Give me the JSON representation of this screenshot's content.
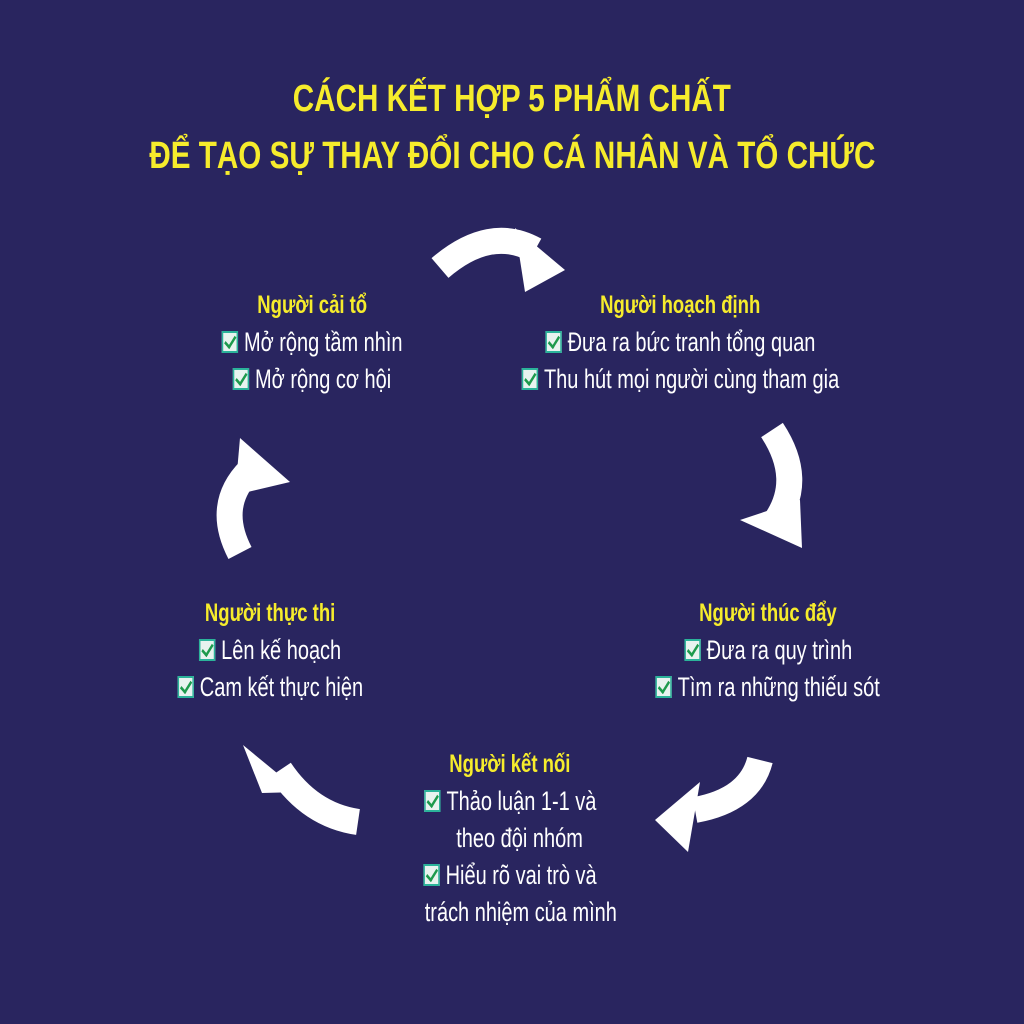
{
  "title": {
    "line1": "CÁCH KẾT HỢP 5 PHẨM CHẤT",
    "line2": "ĐỂ TẠO SỰ THAY ĐỔI CHO CÁ NHÂN VÀ TỔ CHỨC"
  },
  "colors": {
    "background": "#29255f",
    "accent": "#f6ec2c",
    "check": "#2bb39a"
  },
  "roles": [
    {
      "name": "Người cải tổ",
      "items": [
        "Mở rộng tầm nhìn",
        "Mở rộng cơ hội"
      ]
    },
    {
      "name": "Người hoạch định",
      "items": [
        "Đưa ra bức tranh tổng quan",
        "Thu hút mọi người cùng tham gia"
      ]
    },
    {
      "name": "Người thúc đẩy",
      "items": [
        "Đưa ra quy trình",
        "Tìm ra những thiếu sót"
      ]
    },
    {
      "name": "Người kết nối",
      "items": [
        "Thảo luận 1-1 và",
        "theo đội nhóm",
        "Hiểu rõ vai trò và",
        "trách nhiệm của mình"
      ]
    },
    {
      "name": "Người thực thi",
      "items": [
        "Lên kế hoạch",
        "Cam kết thực hiện"
      ]
    }
  ]
}
